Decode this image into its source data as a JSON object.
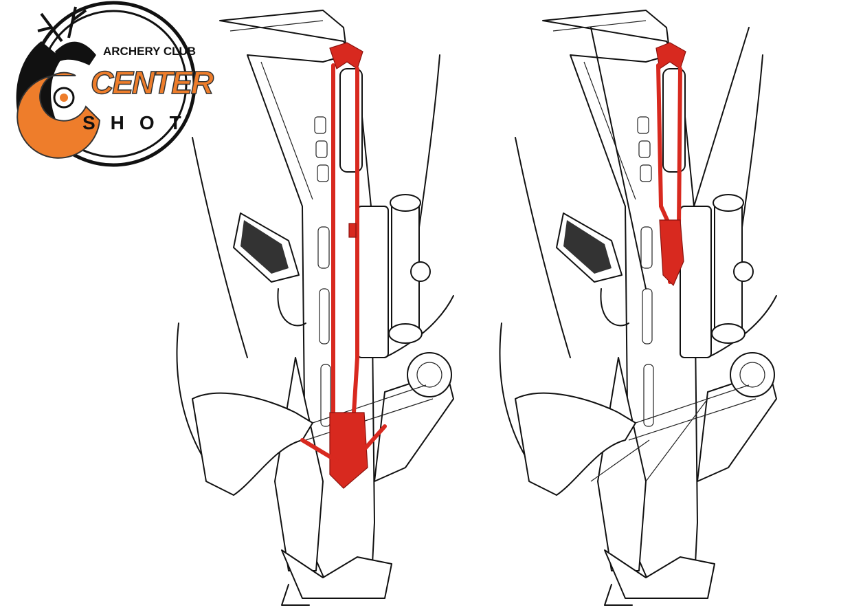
{
  "logo": {
    "top_text": "ARCHERY CLUB",
    "main_text": "CENTER",
    "bottom_text": "SHOT",
    "colors": {
      "orange": "#ee7d2b",
      "black": "#111111"
    }
  },
  "panels": [
    {
      "step": "rope-cocking-hooks-attached",
      "highlight_color": "#d8291f"
    },
    {
      "step": "rope-cocking-drawn",
      "highlight_color": "#d8291f"
    }
  ]
}
